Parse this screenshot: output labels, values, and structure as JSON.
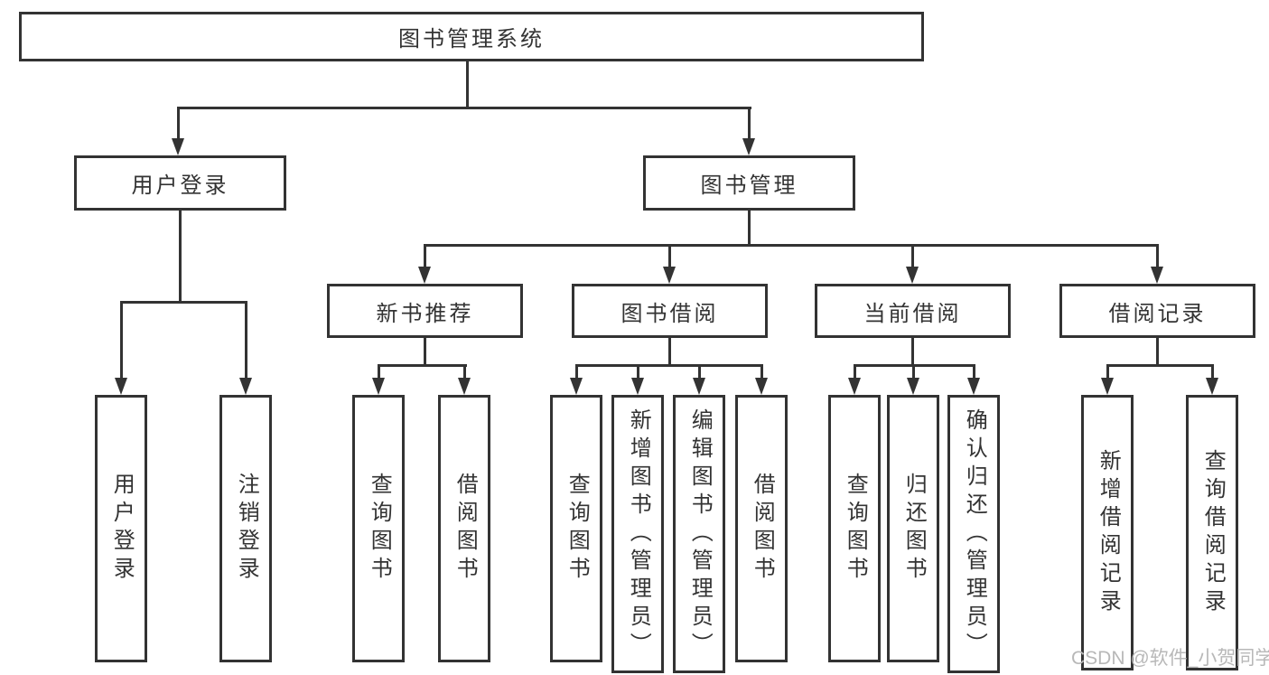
{
  "nodes": {
    "root": "图书管理系统",
    "branches": [
      {
        "label": "用户登录",
        "children": [
          {
            "label": "用户登录"
          },
          {
            "label": "注销登录"
          }
        ]
      },
      {
        "label": "图书管理",
        "children": [
          {
            "label": "新书推荐",
            "children": [
              {
                "label": "查询图书"
              },
              {
                "label": "借阅图书"
              }
            ]
          },
          {
            "label": "图书借阅",
            "children": [
              {
                "label": "查询图书"
              },
              {
                "label": "新增图书（管理员）"
              },
              {
                "label": "编辑图书（管理员）"
              },
              {
                "label": "借阅图书"
              }
            ]
          },
          {
            "label": "当前借阅",
            "children": [
              {
                "label": "查询图书"
              },
              {
                "label": "归还图书"
              },
              {
                "label": "确认归还（管理员）"
              }
            ]
          },
          {
            "label": "借阅记录",
            "children": [
              {
                "label": "新增借阅记录"
              },
              {
                "label": "查询借阅记录"
              }
            ]
          }
        ]
      }
    ]
  },
  "watermark": "CSDN @软件_小贺同学",
  "colors": {
    "line": "#333333",
    "box_border": "#333333",
    "text": "#333333",
    "watermark": "#b8b8b8",
    "background": "#ffffff"
  }
}
